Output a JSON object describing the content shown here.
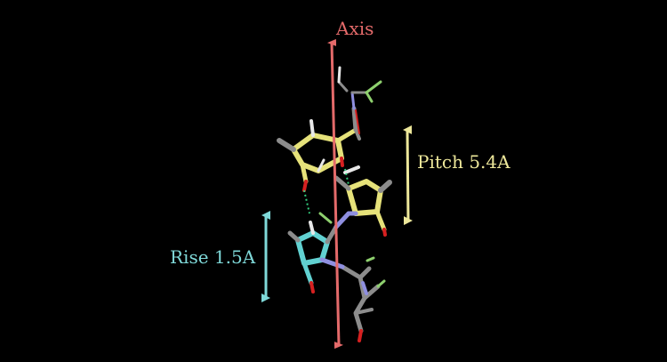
{
  "labels": {
    "axis": "Axis",
    "pitch": "Pitch 5.4A",
    "rise": "Rise 1.5A"
  },
  "colors": {
    "background": "#000000",
    "axis": "#e46a6a",
    "pitch": "#ede79a",
    "rise": "#7fd9d9",
    "carbon_yellow": "#e6e27a",
    "carbon_cyan": "#61d1d1",
    "carbon_grey": "#8c8c8c",
    "nitrogen": "#8f8fe0",
    "oxygen": "#d62020",
    "hydrogen": "#e8e8e8",
    "fluoro": "#8ed06e",
    "hbond": "#34d17f"
  },
  "icons": {
    "axis_arrow": "double-headed-arrow-icon",
    "pitch_arrow": "double-headed-arrow-icon",
    "rise_arrow": "double-headed-arrow-icon"
  }
}
